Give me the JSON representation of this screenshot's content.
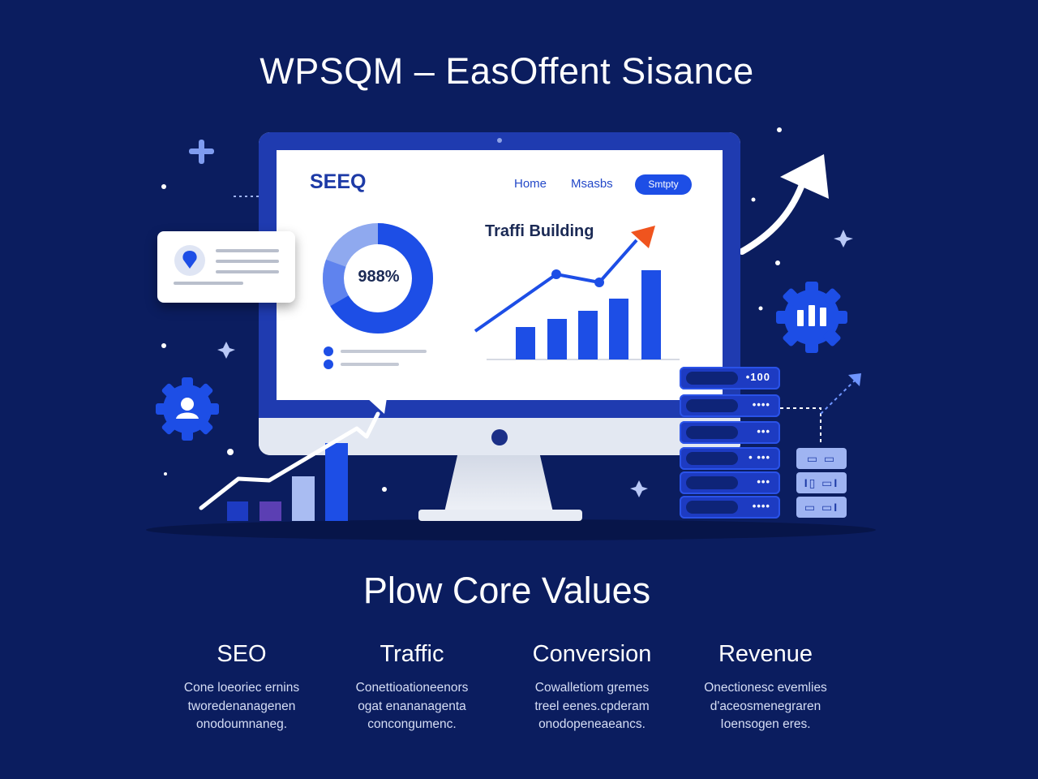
{
  "header": {
    "title": "WPSQM – EasOffent Sisance"
  },
  "screen": {
    "brand": "SEEQ",
    "nav": {
      "home": "Home",
      "second": "Msasbs",
      "button": "Smtpty"
    },
    "donut_label": "988%",
    "chart_title": "Traffi Building"
  },
  "servers": {
    "rows": [
      "•100",
      "••••",
      "•••",
      "• •••",
      "•••",
      "••••"
    ],
    "mini_rows": [
      "▭ ▭",
      "I▯ ▭I",
      "▭ ▭I"
    ]
  },
  "section": {
    "title": "Plow Core Values",
    "values": [
      {
        "head": "SEO",
        "lines": [
          "Cone loeoriec ernins",
          "tworedenanagenen",
          "onodoumnaneg."
        ]
      },
      {
        "head": "Traffic",
        "lines": [
          "Conettioationeenors",
          "ogat enananagenta",
          "concongumenc."
        ]
      },
      {
        "head": "Conversion",
        "lines": [
          "Cowalletiom gremes",
          "treel eenes.cpderam",
          "onodopeneaeancs."
        ]
      },
      {
        "head": "Revenue",
        "lines": [
          "Onectionesc evemlies",
          "d'aceosmenegraren",
          "Ioensogen eres."
        ]
      }
    ]
  },
  "colors": {
    "background": "#0b1d5f",
    "accent": "#1d4ee6",
    "arrow": "#f0541e",
    "light_blue": "#8fa9ef"
  },
  "icons": [
    "plus-sparkle-icon",
    "gear-user-icon",
    "gear-chart-icon",
    "growth-arrow-icon",
    "location-pin-icon",
    "star-sparkle-icon"
  ]
}
